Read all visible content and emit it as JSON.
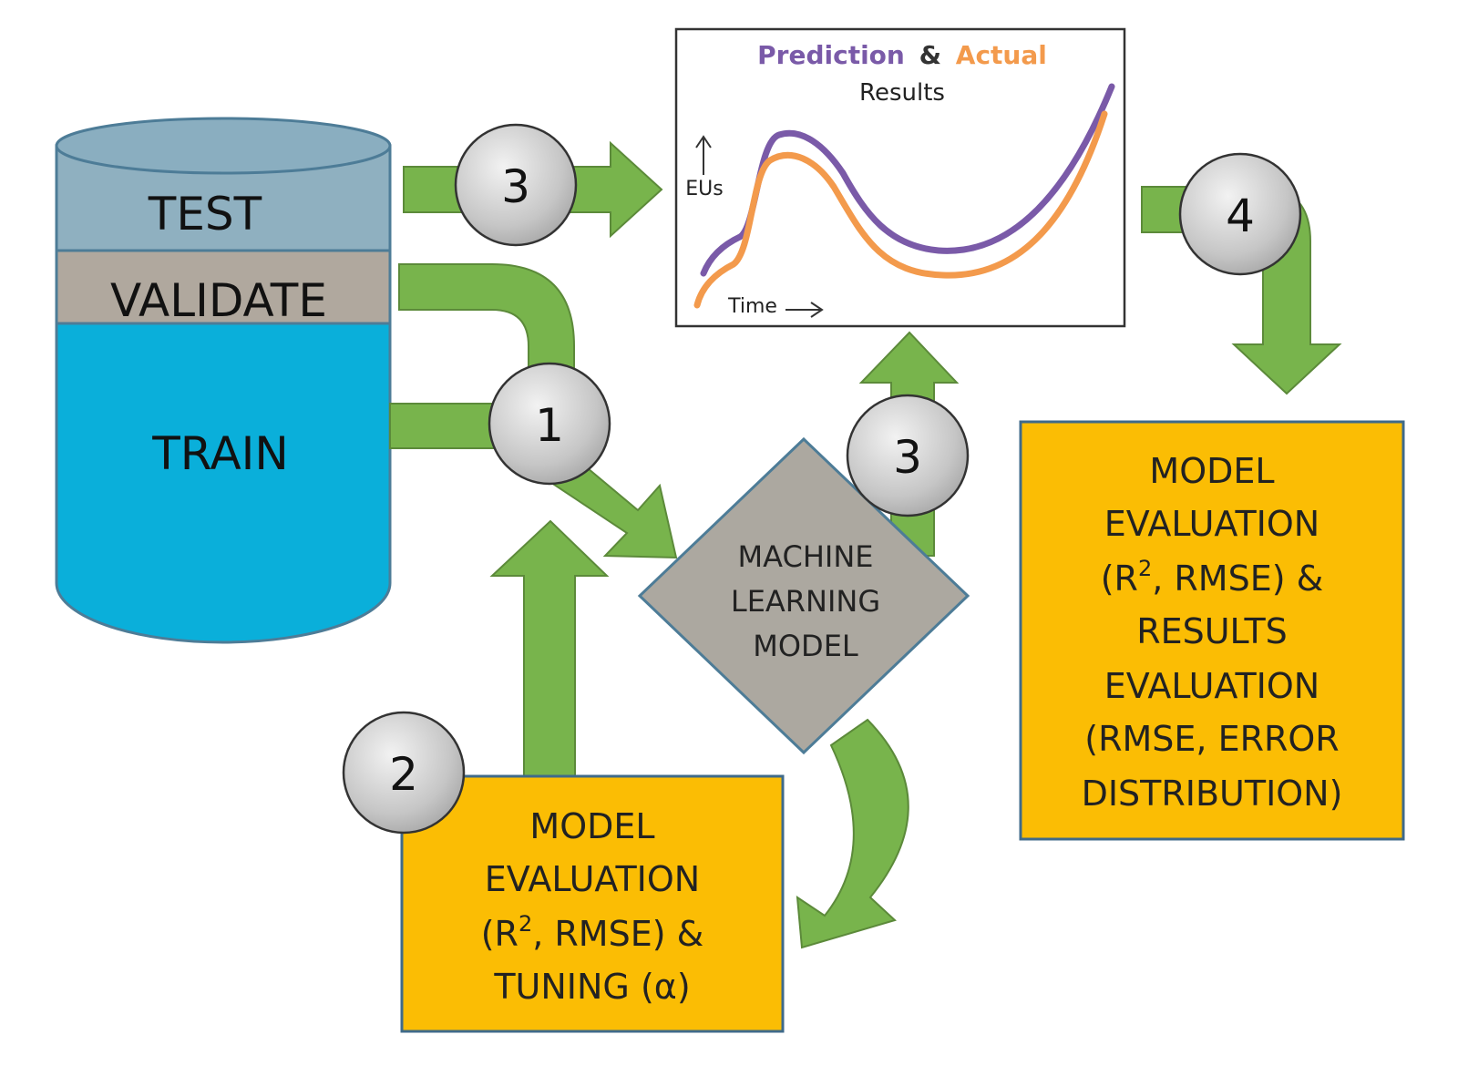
{
  "cylinder": {
    "test_label": "TEST",
    "validate_label": "VALIDATE",
    "train_label": "TRAIN",
    "colors": {
      "test": "#8fb0c0",
      "validate": "#b0a89e",
      "train": "#0aafda",
      "outline": "#4d7c97"
    }
  },
  "steps": {
    "step1": "1",
    "step2": "2",
    "step3_top": "3",
    "step3_mid": "3",
    "step4": "4"
  },
  "model": {
    "line1": "MACHINE",
    "line2": "LEARNING",
    "line3": "MODEL"
  },
  "eval_box_left": {
    "line1": "MODEL",
    "line2": "EVALUATION",
    "line3_pre": "(R",
    "line3_sup": "2",
    "line3_post": ", RMSE) &",
    "line4": "TUNING (α)"
  },
  "eval_box_right": {
    "line1": "MODEL",
    "line2": "EVALUATION",
    "line3_pre": "(R",
    "line3_sup": "2",
    "line3_post": ", RMSE) &",
    "line4": "RESULTS",
    "line5": "EVALUATION",
    "line6": "(RMSE, ERROR",
    "line7": "DISTRIBUTION)"
  },
  "results_panel": {
    "title_prediction": "Prediction",
    "title_amp": "&",
    "title_actual": "Actual",
    "subtitle": "Results",
    "y_label": "EUs",
    "x_label": "Time",
    "colors": {
      "prediction": "#7a5aa8",
      "actual": "#f39a4c"
    }
  },
  "colors": {
    "arrow": "#78b44c",
    "arrow_stroke": "#5c8a3a",
    "box": "#fbbd04",
    "diamond": "#aca8a0",
    "circle": "#c8c8c8"
  }
}
